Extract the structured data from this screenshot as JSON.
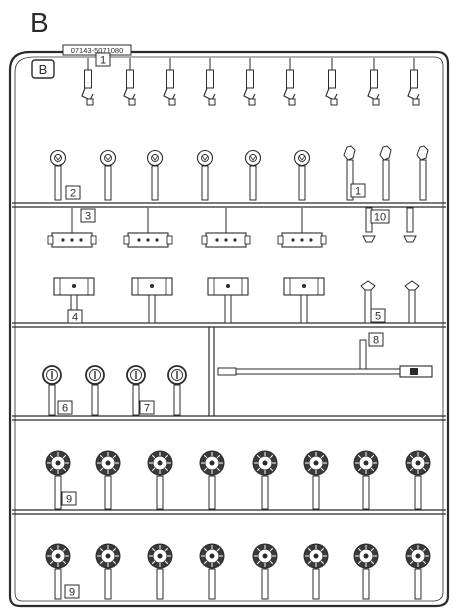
{
  "sheet": {
    "letter": "B",
    "frame_tag": "B",
    "part_code": "07143-5071080"
  },
  "part_numbers": [
    "1",
    "2",
    "3",
    "1",
    "10",
    "4",
    "5",
    "8",
    "6",
    "7",
    "9",
    "9"
  ],
  "colors": {
    "line": "#2b2b2b",
    "background": "#ffffff",
    "wheel_fill": "#3a3a3a"
  }
}
